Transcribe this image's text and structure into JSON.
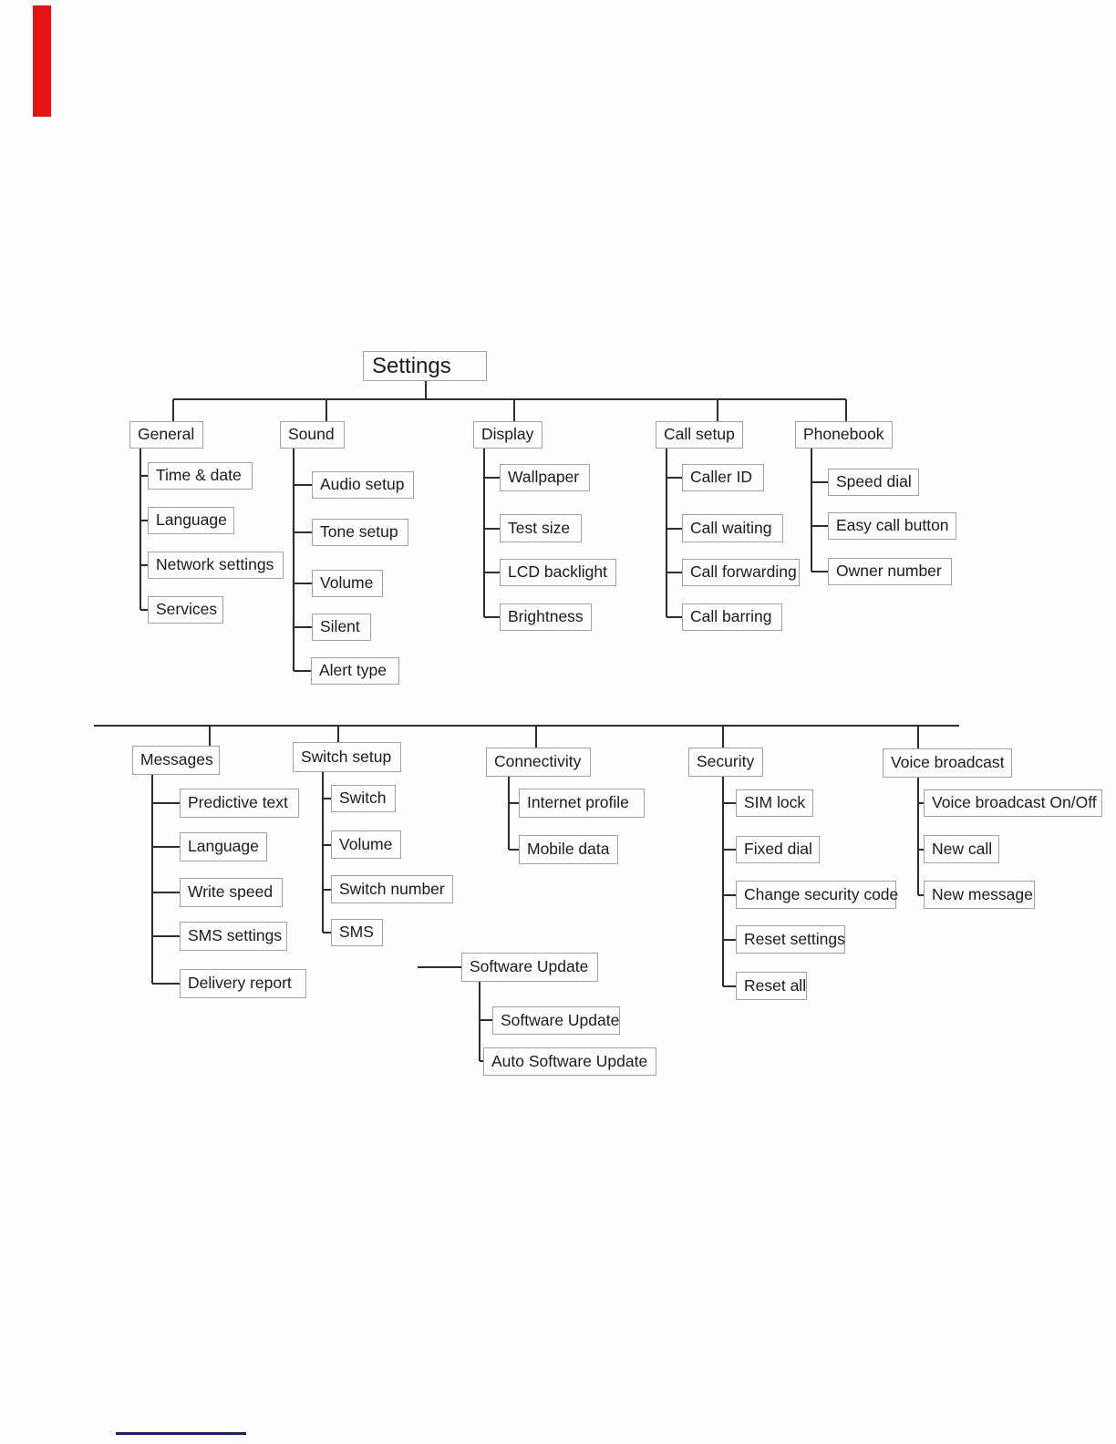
{
  "colors": {
    "box_border": "#9aa4b0",
    "box_fill": "#fdfdfe",
    "text": "#1c1c1c",
    "connector": "#2d2d2d",
    "red_marker": "#e81414",
    "footer_link_line": "#1a1a8f"
  },
  "diagram": {
    "title": "Settings",
    "tier1": [
      {
        "label": "General",
        "children": [
          "Time & date",
          "Language",
          "Network settings",
          "Services"
        ]
      },
      {
        "label": "Sound",
        "children": [
          "Audio setup",
          "Tone setup",
          "Volume",
          "Silent",
          "Alert type"
        ]
      },
      {
        "label": "Display",
        "children": [
          "Wallpaper",
          "Test size",
          "LCD backlight",
          "Brightness"
        ]
      },
      {
        "label": "Call setup",
        "children": [
          "Caller ID",
          "Call waiting",
          "Call forwarding",
          "Call barring"
        ]
      },
      {
        "label": "Phonebook",
        "children": [
          "Speed dial",
          "Easy call button",
          "Owner number"
        ]
      }
    ],
    "tier2": [
      {
        "label": "Messages",
        "children": [
          "Predictive text",
          "Language",
          "Write speed",
          "SMS settings",
          "Delivery report"
        ]
      },
      {
        "label": "Switch setup",
        "children": [
          "Switch",
          "Volume",
          "Switch number",
          "SMS"
        ]
      },
      {
        "label": "Connectivity",
        "children": [
          "Internet profile",
          "Mobile data"
        ]
      },
      {
        "label": "Security",
        "children": [
          "SIM lock",
          "Fixed dial",
          "Change security code",
          "Reset settings",
          "Reset all"
        ]
      },
      {
        "label": "Voice broadcast",
        "children": [
          "Voice broadcast On/Off",
          "New call",
          "New message"
        ]
      }
    ],
    "software_update": {
      "label": "Software Update",
      "children": [
        "Software Update",
        "Auto Software Update"
      ]
    }
  }
}
